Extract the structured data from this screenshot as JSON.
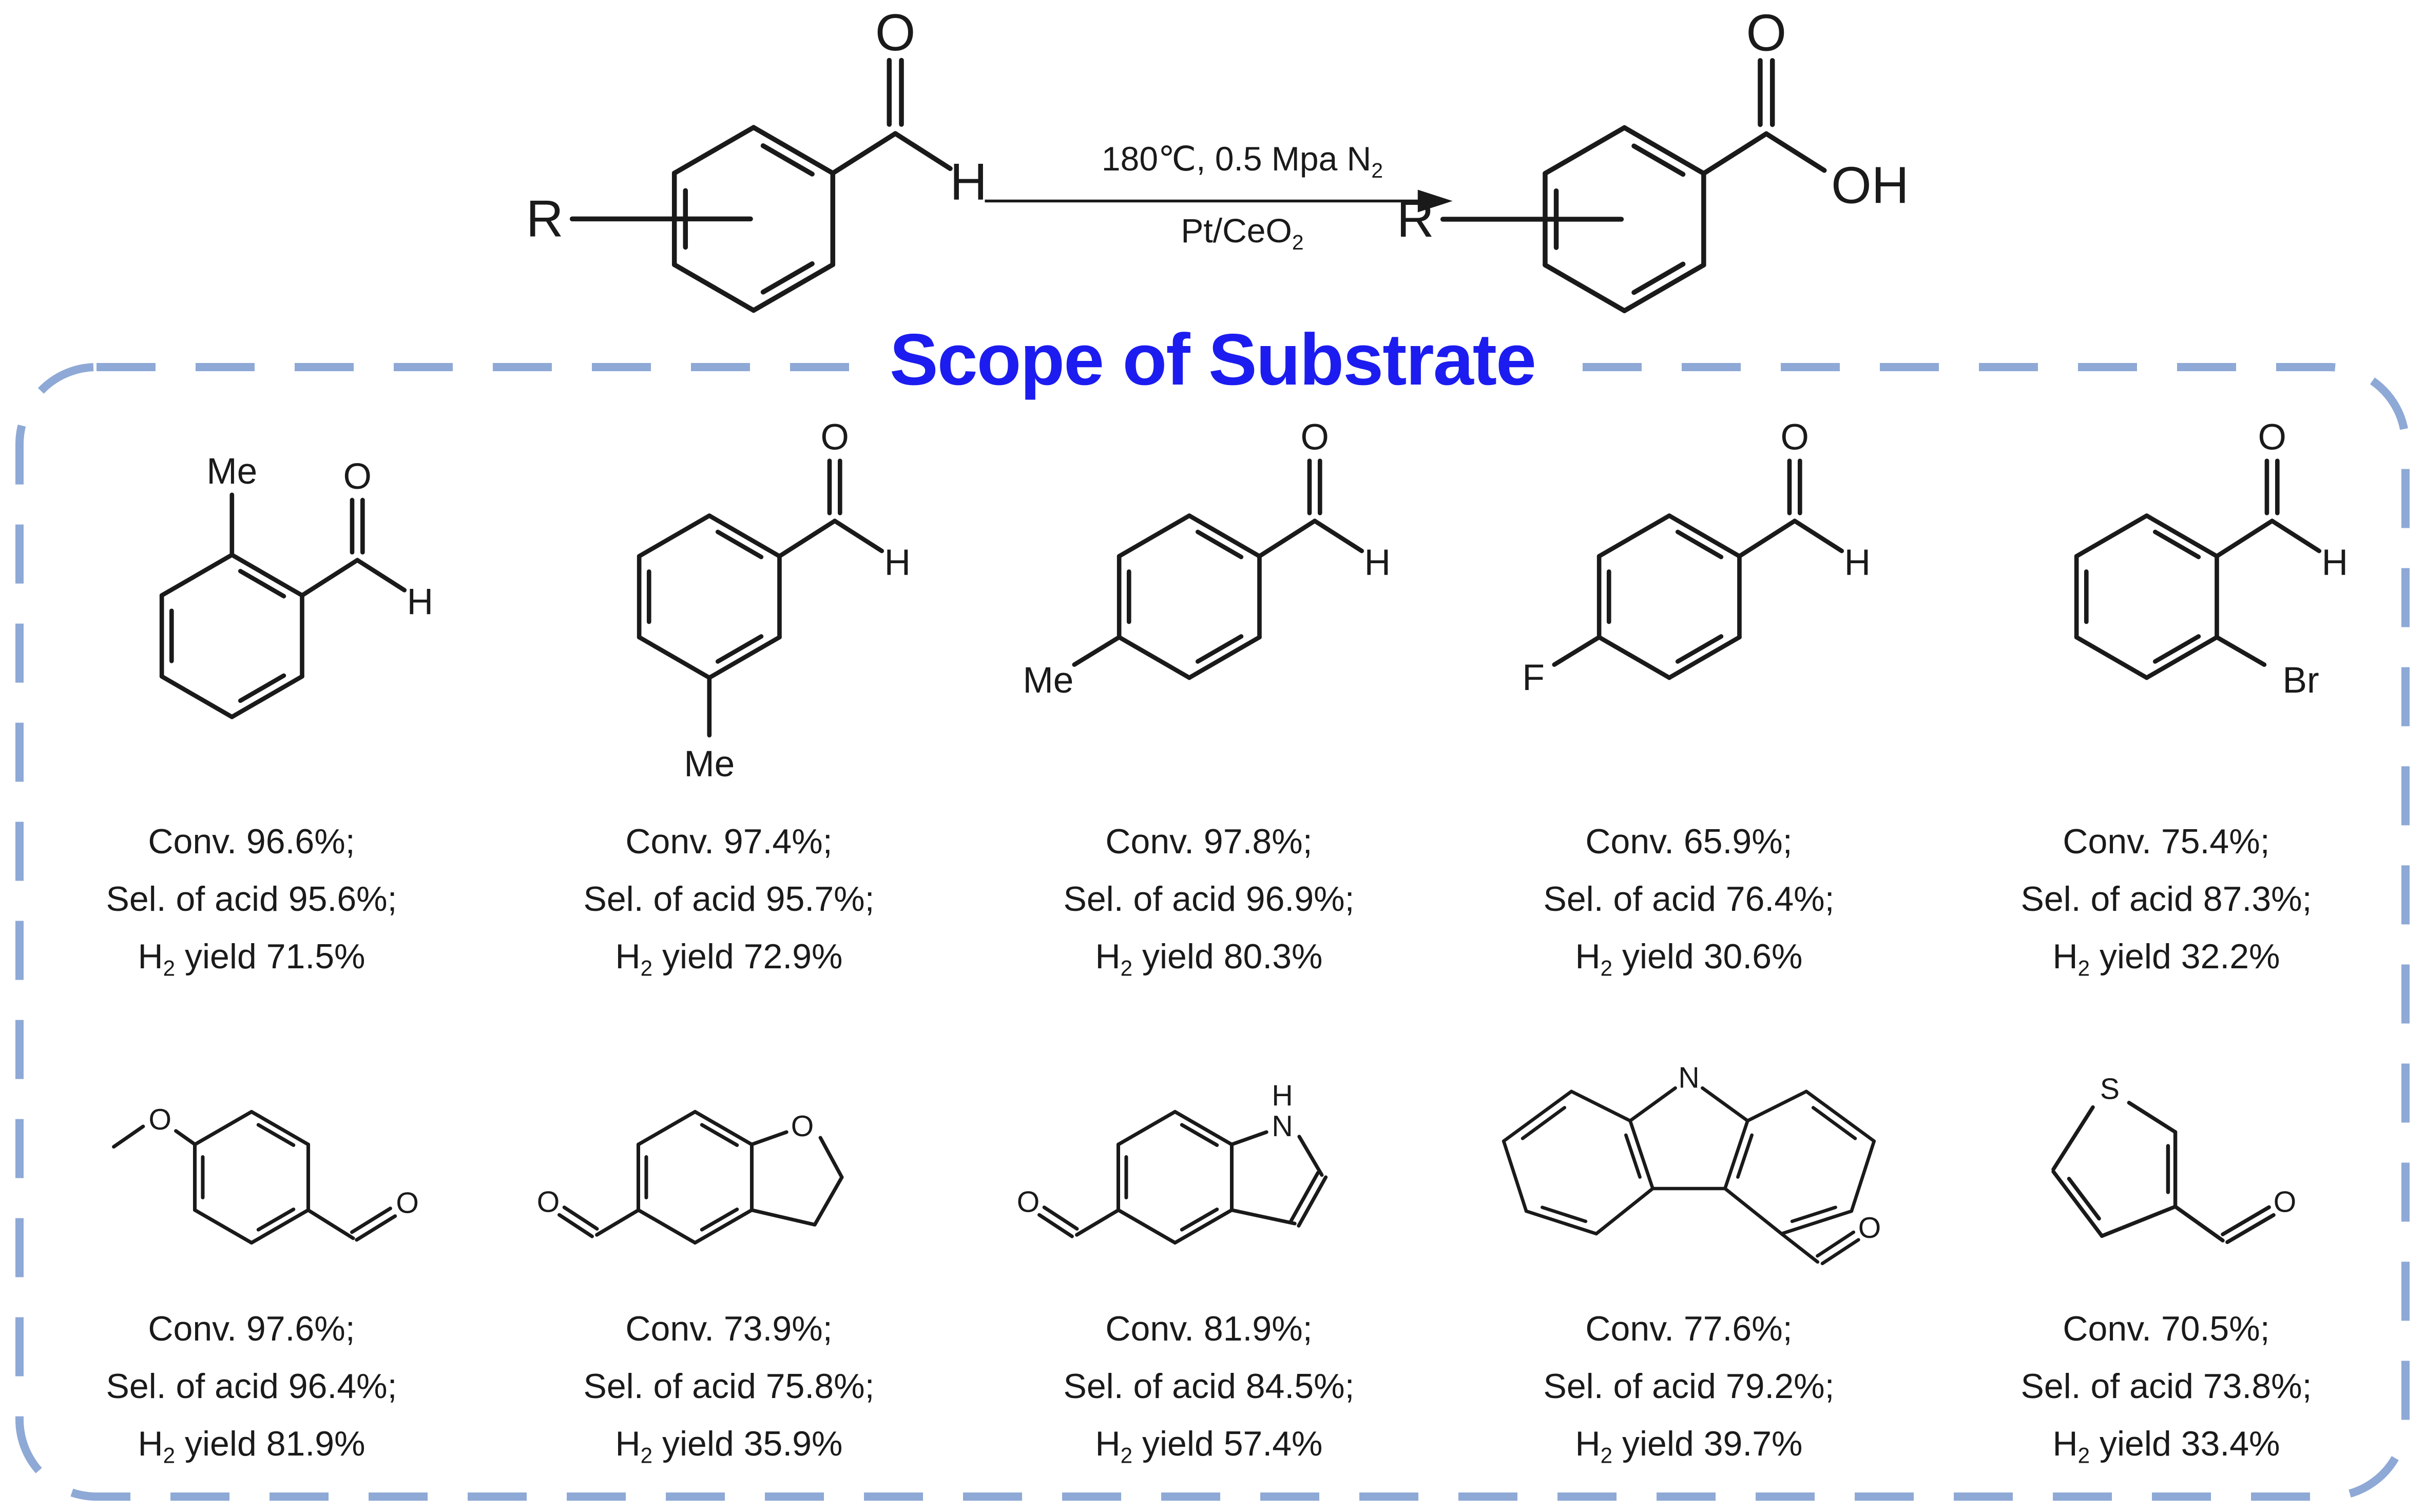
{
  "scheme": {
    "reactant_atoms": [
      "R",
      "O",
      "H"
    ],
    "product_atoms": [
      "R",
      "O",
      "OH"
    ],
    "conditions_line1": {
      "pre": "180℃, 0.5 Mpa N",
      "sub": "2"
    },
    "conditions_line2": {
      "pre": "Pt/CeO",
      "sub": "2"
    }
  },
  "box_title": "Scope of Substrate",
  "labels": {
    "conv_prefix": "Conv. ",
    "sel_prefix": "Sel. of acid ",
    "h2_symbol": "H",
    "h2_sub": "2",
    "h2_suffix": " yield ",
    "semicolon": ";"
  },
  "substrates": [
    {
      "conv": "96.6%",
      "sel": "95.6%",
      "h2": "71.5%",
      "atoms": [
        "Me",
        "O",
        "H"
      ]
    },
    {
      "conv": "97.4%",
      "sel": "95.7%",
      "h2": "72.9%",
      "atoms": [
        "O",
        "H",
        "Me"
      ]
    },
    {
      "conv": "97.8%",
      "sel": "96.9%",
      "h2": "80.3%",
      "atoms": [
        "O",
        "H",
        "Me"
      ]
    },
    {
      "conv": "65.9%",
      "sel": "76.4%",
      "h2": "30.6%",
      "atoms": [
        "O",
        "H",
        "F"
      ]
    },
    {
      "conv": "75.4%",
      "sel": "87.3%",
      "h2": "32.2%",
      "atoms": [
        "O",
        "H",
        "Br"
      ]
    },
    {
      "conv": "97.6%",
      "sel": "96.4%",
      "h2": "81.9%",
      "atoms": [
        "O",
        "O"
      ]
    },
    {
      "conv": "73.9%",
      "sel": "75.8%",
      "h2": "35.9%",
      "atoms": [
        "O",
        "O"
      ]
    },
    {
      "conv": "81.9%",
      "sel": "84.5%",
      "h2": "57.4%",
      "atoms": [
        "H",
        "N",
        "O"
      ]
    },
    {
      "conv": "77.6%",
      "sel": "79.2%",
      "h2": "39.7%",
      "atoms": [
        "N",
        "O"
      ]
    },
    {
      "conv": "70.5%",
      "sel": "73.8%",
      "h2": "33.4%",
      "atoms": [
        "S",
        "O"
      ]
    }
  ],
  "colors": {
    "border_blue": "#8EA9D6",
    "title_blue": "#1C1CF0",
    "ink": "#1A1A1A"
  }
}
